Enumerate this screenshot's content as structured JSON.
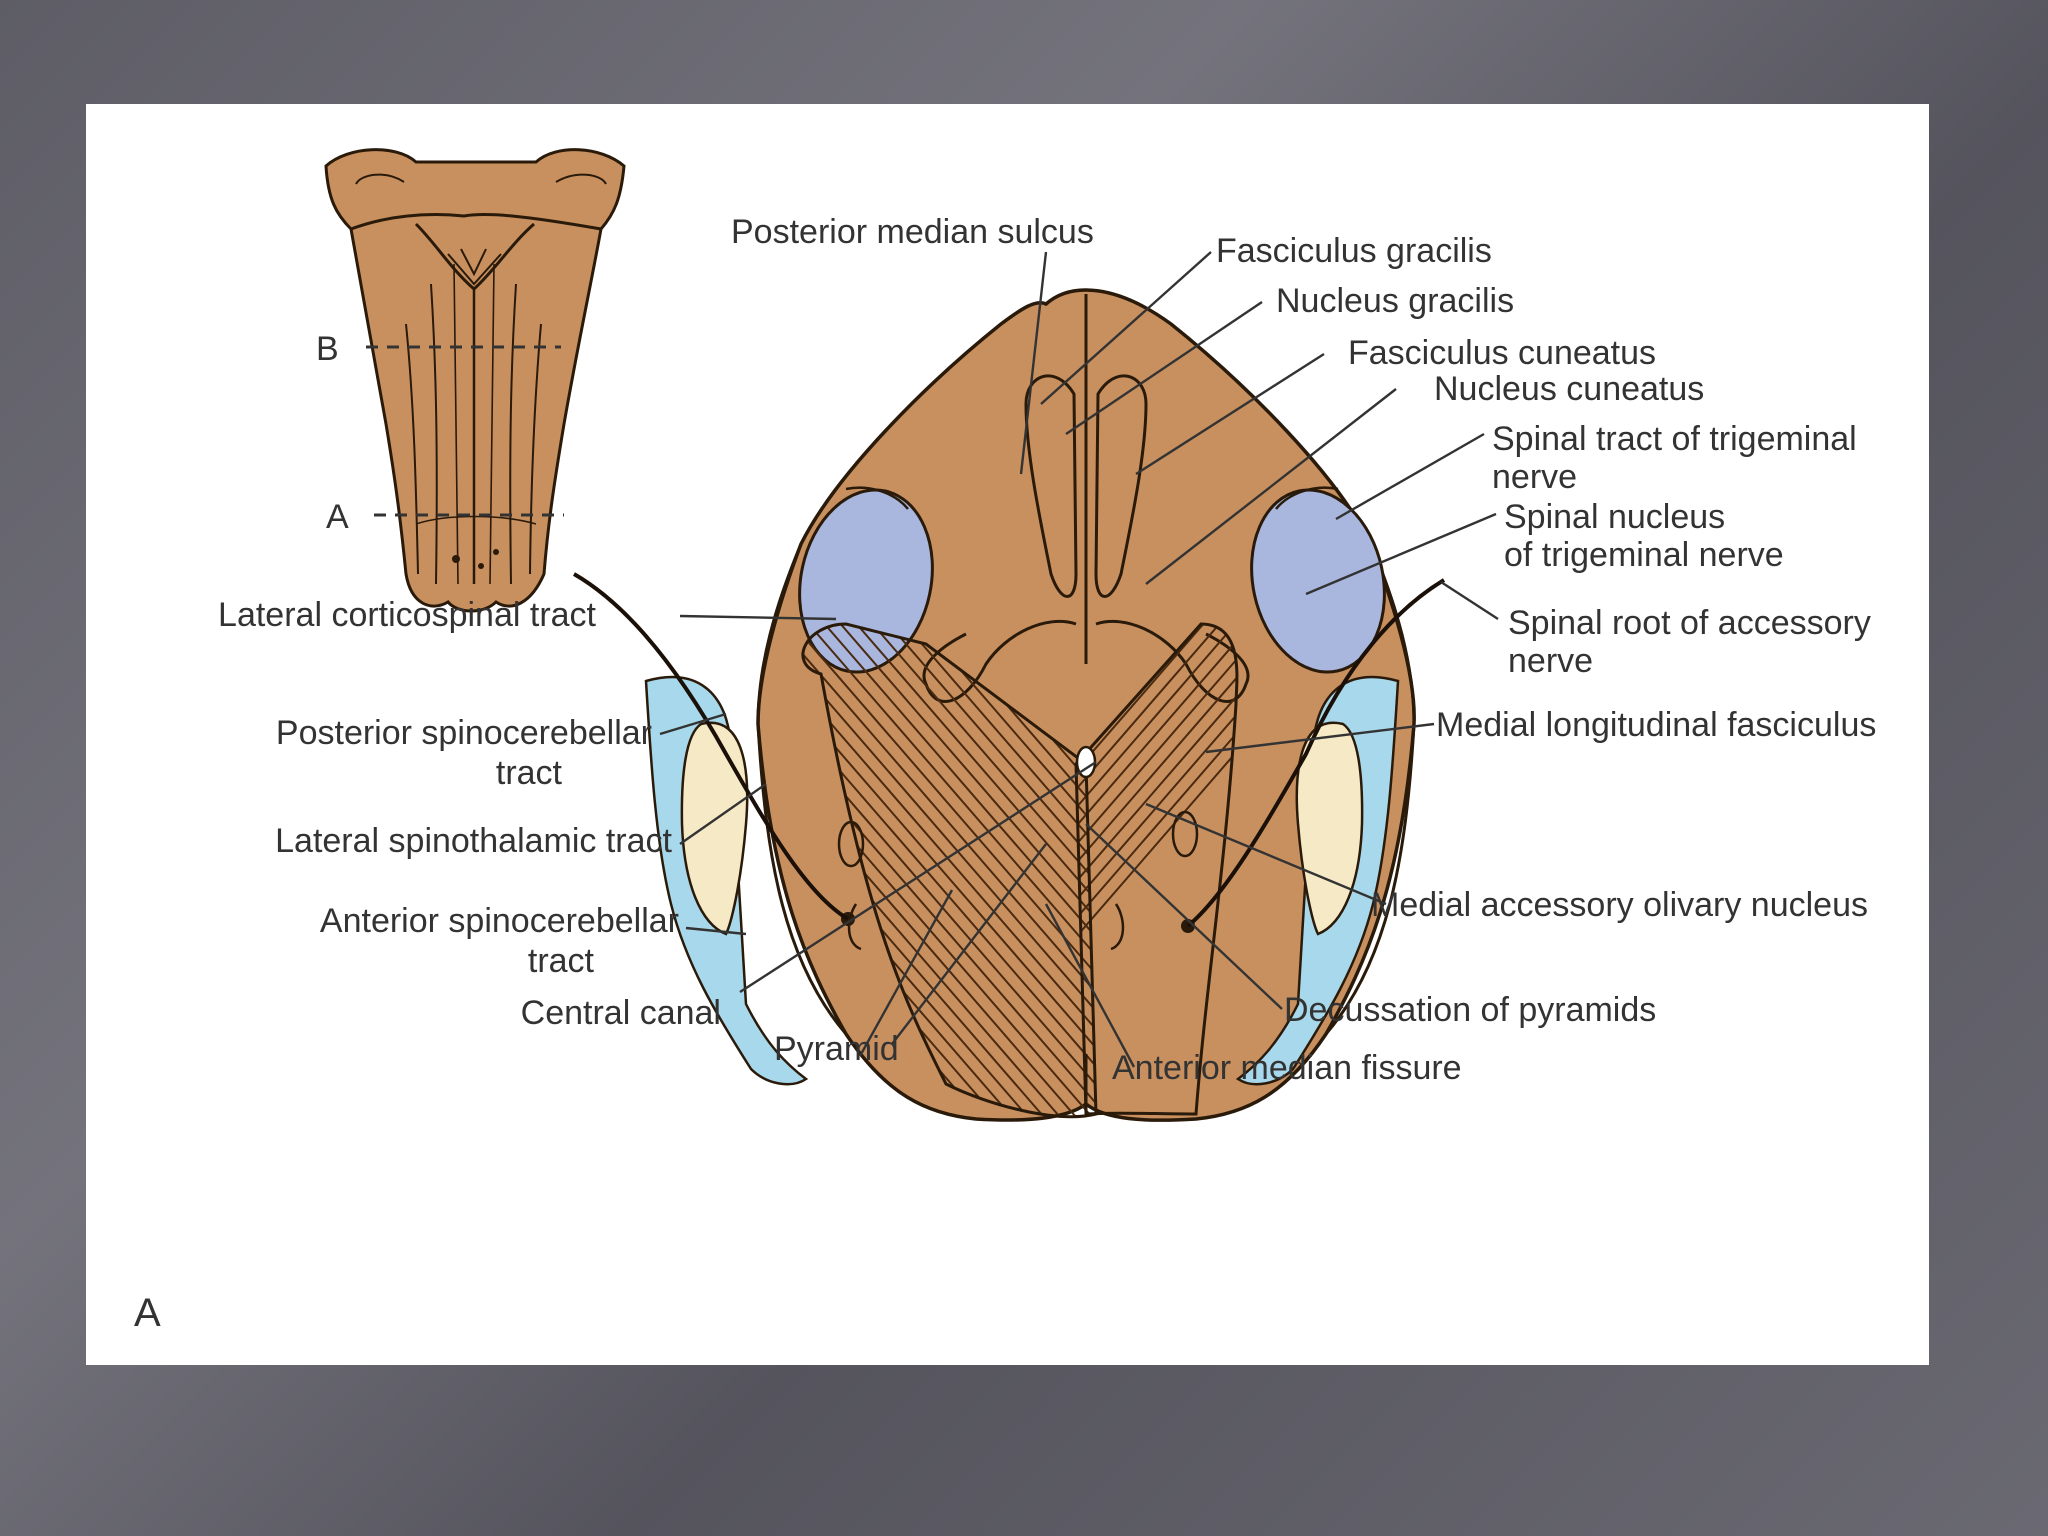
{
  "figure": {
    "panel_letter": "A",
    "colors": {
      "tissue": "#C8905F",
      "outline": "#2a1a0a",
      "trigeminal_nucleus": "#A9B6DE",
      "spinocerebellar": "#A8D8EC",
      "spinothalamic": "#F6E9C6"
    }
  },
  "inset": {
    "level_b": "B",
    "level_a": "A"
  },
  "labels": {
    "posterior_median_sulcus": "Posterior median sulcus",
    "fasciculus_gracilis": "Fasciculus gracilis",
    "nucleus_gracilis": "Nucleus gracilis",
    "fasciculus_cuneatus": "Fasciculus cuneatus",
    "nucleus_cuneatus": "Nucleus cuneatus",
    "spinal_tract_trigeminal_1": "Spinal tract of trigeminal",
    "spinal_tract_trigeminal_2": "nerve",
    "spinal_nucleus_trigeminal_1": "Spinal nucleus",
    "spinal_nucleus_trigeminal_2": "of trigeminal nerve",
    "spinal_root_accessory_1": "Spinal root of accessory",
    "spinal_root_accessory_2": "nerve",
    "medial_longitudinal_fasciculus": "Medial longitudinal fasciculus",
    "medial_accessory_olivary_nucleus": "Medial accessory olivary nucleus",
    "decussation_of_pyramids": "Decussation of pyramids",
    "anterior_median_fissure": "Anterior median fissure",
    "pyramid": "Pyramid",
    "central_canal": "Central canal",
    "anterior_spinocerebellar_1": "Anterior spinocerebellar",
    "anterior_spinocerebellar_2": "tract",
    "lateral_spinothalamic": "Lateral spinothalamic tract",
    "posterior_spinocerebellar_1": "Posterior spinocerebellar",
    "posterior_spinocerebellar_2": "tract",
    "lateral_corticospinal": "Lateral corticospinal tract"
  }
}
